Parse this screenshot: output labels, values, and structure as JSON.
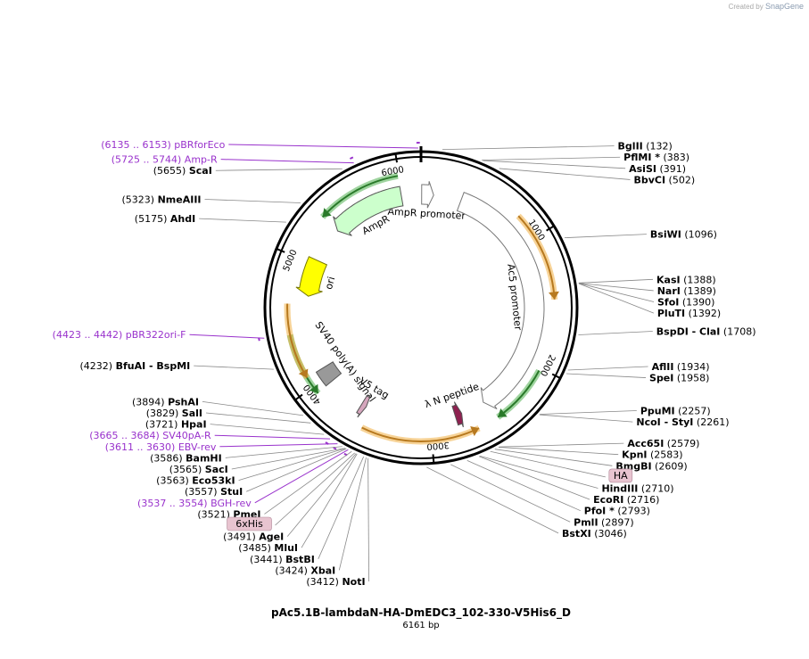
{
  "credit": {
    "prefix": "Created by",
    "brand": "SnapGene"
  },
  "map": {
    "title": "pAc5.1B-lambdaN-HA-DmEDC3_102-330-V5His6_D",
    "size_label": "6161 bp",
    "total_bp": 6161
  },
  "ticks": [
    {
      "bp": 1000,
      "label": "1000"
    },
    {
      "bp": 2000,
      "label": "2000"
    },
    {
      "bp": 3000,
      "label": "3000"
    },
    {
      "bp": 4000,
      "label": "4000"
    },
    {
      "bp": 5000,
      "label": "5000"
    },
    {
      "bp": 6000,
      "label": "6000"
    }
  ],
  "features": [
    {
      "name": "AmpR promoter",
      "label": "AmpR promoter",
      "start": 6,
      "end": 110,
      "direction": "cw",
      "fill": "#ffffff",
      "stroke": "#777777",
      "ring": "inner"
    },
    {
      "name": "Ac5 promoter",
      "label": "Ac5 promoter",
      "start": 350,
      "end": 2510,
      "direction": "cw",
      "fill": "#ffffff",
      "stroke": "#777777",
      "ring": "inner"
    },
    {
      "name": "AmpR",
      "label": "AmpR",
      "start": 5350,
      "end": 5990,
      "direction": "ccw",
      "fill": "#ccffcc",
      "stroke": "#555555",
      "ring": "inner"
    },
    {
      "name": "ori",
      "label": "ori",
      "start": 4720,
      "end": 5040,
      "direction": "ccw",
      "fill": "#ffff00",
      "stroke": "#777700",
      "ring": "inner"
    },
    {
      "name": "SV40 poly(A) signal",
      "label": "SV40 poly(A) signal",
      "start": 3945,
      "end": 4080,
      "direction": "none",
      "fill": "#999999",
      "stroke": "#555555",
      "ring": "inner"
    },
    {
      "name": "V5 tag",
      "label": "V5 tag",
      "start": 3575,
      "end": 3620,
      "direction": "ccw",
      "fill": "#d5a6bd",
      "stroke": "#555555",
      "ring": "inner"
    },
    {
      "name": "lambda N peptide",
      "label": "λ N peptide",
      "start": 2720,
      "end": 2780,
      "direction": "ccw",
      "fill": "#8e2150",
      "stroke": "#555555",
      "ring": "inner"
    }
  ],
  "orf_arcs": [
    {
      "start": 800,
      "end": 1480,
      "direction": "cw",
      "color": "orange"
    },
    {
      "start": 2020,
      "end": 2480,
      "direction": "cw",
      "color": "green"
    },
    {
      "start": 2640,
      "end": 3530,
      "direction": "ccw",
      "color": "orange"
    },
    {
      "start": 3940,
      "end": 4420,
      "direction": "ccw",
      "color": "green"
    },
    {
      "start": 4080,
      "end": 4650,
      "direction": "ccw",
      "color": "orange"
    },
    {
      "start": 5350,
      "end": 5990,
      "direction": "ccw",
      "color": "green"
    }
  ],
  "labels": [
    {
      "kind": "enzyme",
      "name": "BglII",
      "pos": "(132)",
      "bp": 132,
      "side": "right",
      "prefix_pos": false
    },
    {
      "kind": "enzyme",
      "name": "PflMI *",
      "pos": "(383)",
      "bp": 383,
      "side": "right",
      "prefix_pos": false
    },
    {
      "kind": "enzyme",
      "name": "AsiSI",
      "pos": "(391)",
      "bp": 391,
      "side": "right",
      "prefix_pos": false
    },
    {
      "kind": "enzyme",
      "name": "BbvCI",
      "pos": "(502)",
      "bp": 502,
      "side": "right",
      "prefix_pos": false
    },
    {
      "kind": "enzyme",
      "name": "BsiWI",
      "pos": "(1096)",
      "bp": 1096,
      "side": "right",
      "prefix_pos": false
    },
    {
      "kind": "enzyme",
      "name": "KasI",
      "pos": "(1388)",
      "bp": 1388,
      "side": "right",
      "prefix_pos": false
    },
    {
      "kind": "enzyme",
      "name": "NarI",
      "pos": "(1389)",
      "bp": 1389,
      "side": "right",
      "prefix_pos": false
    },
    {
      "kind": "enzyme",
      "name": "SfoI",
      "pos": "(1390)",
      "bp": 1390,
      "side": "right",
      "prefix_pos": false
    },
    {
      "kind": "enzyme",
      "name": "PluTI",
      "pos": "(1392)",
      "bp": 1392,
      "side": "right",
      "prefix_pos": false
    },
    {
      "kind": "enzyme",
      "name": "BspDI  - ClaI",
      "pos": "(1708)",
      "bp": 1708,
      "side": "right",
      "prefix_pos": false
    },
    {
      "kind": "enzyme",
      "name": "AflII",
      "pos": "(1934)",
      "bp": 1934,
      "side": "right",
      "prefix_pos": false
    },
    {
      "kind": "enzyme",
      "name": "SpeI",
      "pos": "(1958)",
      "bp": 1958,
      "side": "right",
      "prefix_pos": false
    },
    {
      "kind": "enzyme",
      "name": "PpuMI",
      "pos": "(2257)",
      "bp": 2257,
      "side": "right",
      "prefix_pos": false
    },
    {
      "kind": "enzyme",
      "name": "NcoI  - StyI",
      "pos": "(2261)",
      "bp": 2261,
      "side": "right",
      "prefix_pos": false
    },
    {
      "kind": "enzyme",
      "name": "Acc65I",
      "pos": "(2579)",
      "bp": 2579,
      "side": "right",
      "prefix_pos": false
    },
    {
      "kind": "enzyme",
      "name": "KpnI",
      "pos": "(2583)",
      "bp": 2583,
      "side": "right",
      "prefix_pos": false
    },
    {
      "kind": "enzyme",
      "name": "BmgBI",
      "pos": "(2609)",
      "bp": 2609,
      "side": "right",
      "prefix_pos": false
    },
    {
      "kind": "feature",
      "name": "HA",
      "pos": "",
      "bp": 2640,
      "side": "right",
      "prefix_pos": false
    },
    {
      "kind": "enzyme",
      "name": "HindIII",
      "pos": "(2710)",
      "bp": 2710,
      "side": "right",
      "prefix_pos": false
    },
    {
      "kind": "enzyme",
      "name": "EcoRI",
      "pos": "(2716)",
      "bp": 2716,
      "side": "right",
      "prefix_pos": false
    },
    {
      "kind": "enzyme",
      "name": "PfoI *",
      "pos": "(2793)",
      "bp": 2793,
      "side": "right",
      "prefix_pos": false
    },
    {
      "kind": "enzyme",
      "name": "PmlI",
      "pos": "(2897)",
      "bp": 2897,
      "side": "right",
      "prefix_pos": false
    },
    {
      "kind": "enzyme",
      "name": "BstXI",
      "pos": "(3046)",
      "bp": 3046,
      "side": "right",
      "prefix_pos": false
    },
    {
      "kind": "enzyme",
      "name": "NotI",
      "pos": "(3412)",
      "bp": 3412,
      "side": "left",
      "prefix_pos": true
    },
    {
      "kind": "enzyme",
      "name": "XbaI",
      "pos": "(3424)",
      "bp": 3424,
      "side": "left",
      "prefix_pos": true
    },
    {
      "kind": "enzyme",
      "name": "BstBI",
      "pos": "(3441)",
      "bp": 3441,
      "side": "left",
      "prefix_pos": true
    },
    {
      "kind": "enzyme",
      "name": "MluI",
      "pos": "(3485)",
      "bp": 3485,
      "side": "left",
      "prefix_pos": true
    },
    {
      "kind": "enzyme",
      "name": "AgeI",
      "pos": "(3491)",
      "bp": 3491,
      "side": "left",
      "prefix_pos": true
    },
    {
      "kind": "feature",
      "name": "6xHis",
      "pos": "",
      "bp": 3500,
      "side": "left",
      "prefix_pos": true
    },
    {
      "kind": "enzyme",
      "name": "PmeI",
      "pos": "(3521)",
      "bp": 3521,
      "side": "left",
      "prefix_pos": true
    },
    {
      "kind": "primer",
      "name": "BGH-rev",
      "pos": "(3537 .. 3554)",
      "bp": 3545,
      "side": "left",
      "prefix_pos": true
    },
    {
      "kind": "enzyme",
      "name": "StuI",
      "pos": "(3557)",
      "bp": 3557,
      "side": "left",
      "prefix_pos": true
    },
    {
      "kind": "enzyme",
      "name": "Eco53kI",
      "pos": "(3563)",
      "bp": 3563,
      "side": "left",
      "prefix_pos": true
    },
    {
      "kind": "enzyme",
      "name": "SacI",
      "pos": "(3565)",
      "bp": 3565,
      "side": "left",
      "prefix_pos": true
    },
    {
      "kind": "enzyme",
      "name": "BamHI",
      "pos": "(3586)",
      "bp": 3586,
      "side": "left",
      "prefix_pos": true
    },
    {
      "kind": "primer",
      "name": "EBV-rev",
      "pos": "(3611 .. 3630)",
      "bp": 3620,
      "side": "left",
      "prefix_pos": true
    },
    {
      "kind": "primer",
      "name": "SV40pA-R",
      "pos": "(3665 .. 3684)",
      "bp": 3675,
      "side": "left",
      "prefix_pos": true
    },
    {
      "kind": "enzyme",
      "name": "HpaI",
      "pos": "(3721)",
      "bp": 3721,
      "side": "left",
      "prefix_pos": true
    },
    {
      "kind": "enzyme",
      "name": "SalI",
      "pos": "(3829)",
      "bp": 3829,
      "side": "left",
      "prefix_pos": true
    },
    {
      "kind": "enzyme",
      "name": "PshAI",
      "pos": "(3894)",
      "bp": 3894,
      "side": "left",
      "prefix_pos": true
    },
    {
      "kind": "enzyme",
      "name": "BfuAI  - BspMI",
      "pos": "(4232)",
      "bp": 4232,
      "side": "left",
      "prefix_pos": true
    },
    {
      "kind": "primer",
      "name": "pBR322ori-F",
      "pos": "(4423 .. 4442)",
      "bp": 4432,
      "side": "left",
      "prefix_pos": true
    },
    {
      "kind": "enzyme",
      "name": "AhdI",
      "pos": "(5175)",
      "bp": 5175,
      "side": "left",
      "prefix_pos": true
    },
    {
      "kind": "enzyme",
      "name": "NmeAIII",
      "pos": "(5323)",
      "bp": 5323,
      "side": "left",
      "prefix_pos": true
    },
    {
      "kind": "enzyme",
      "name": "ScaI",
      "pos": "(5655)",
      "bp": 5655,
      "side": "left",
      "prefix_pos": true
    },
    {
      "kind": "primer",
      "name": "Amp-R",
      "pos": "(5725 .. 5744)",
      "bp": 5735,
      "side": "left",
      "prefix_pos": true
    },
    {
      "kind": "primer",
      "name": "pBRforEco",
      "pos": "(6135 .. 6153)",
      "bp": 6144,
      "side": "left",
      "prefix_pos": true
    }
  ],
  "colors": {
    "enzyme_text": "#000000",
    "primer": "#9932cc",
    "leader": "#888888",
    "ring": "#000000",
    "orf_orange": "#f0a830",
    "orf_green": "#3faa3f",
    "feature_box": "#e8c4d0"
  }
}
